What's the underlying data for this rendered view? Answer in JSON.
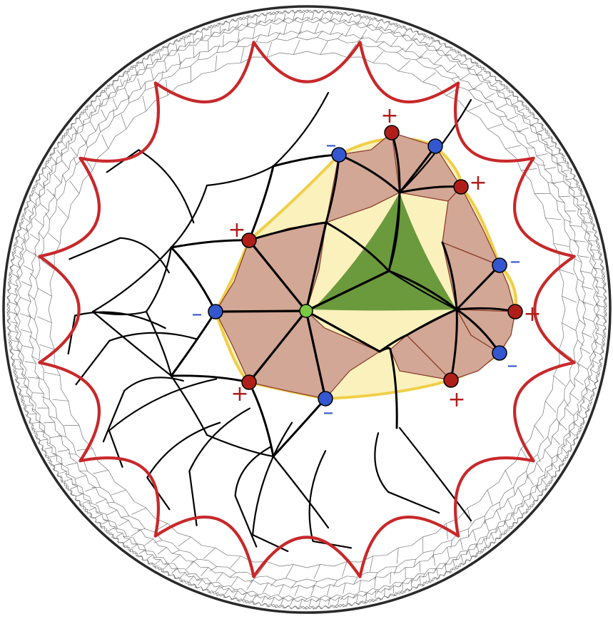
{
  "diagram": {
    "colors": {
      "disk_boundary": "#2a2a2a",
      "fine_tiling": "#777777",
      "tiling_edges": "#000000",
      "red_boundary": "#c8282a",
      "yellow_region": "#fbf1bd",
      "yellow_outline": "#f0cf48",
      "brown_cells": "#d3a795",
      "brown_outline": "#8e3f2e",
      "green_triangle": "#6a9a3c",
      "center_vertex": "#7ac943",
      "plus_vertex": "#b01e1a",
      "minus_vertex": "#3457cf",
      "plus_label": "#b01e1a",
      "minus_label": "#3457cf"
    },
    "signs": {
      "plus": "+",
      "minus": "–"
    },
    "labeled_vertices": [
      {
        "name": "vertex-top-plus",
        "sign": "plus"
      },
      {
        "name": "vertex-top-right",
        "sign": "none"
      },
      {
        "name": "vertex-upper-right-plus",
        "sign": "plus"
      },
      {
        "name": "vertex-right-upper-minus",
        "sign": "minus"
      },
      {
        "name": "vertex-right-plus",
        "sign": "plus"
      },
      {
        "name": "vertex-right-lower-minus",
        "sign": "minus"
      },
      {
        "name": "vertex-lower-right-plus",
        "sign": "plus"
      },
      {
        "name": "vertex-bottom-minus",
        "sign": "minus"
      },
      {
        "name": "vertex-lower-left-plus",
        "sign": "plus"
      },
      {
        "name": "vertex-left-minus",
        "sign": "minus"
      },
      {
        "name": "vertex-upper-left-plus",
        "sign": "plus"
      },
      {
        "name": "vertex-top-left-minus",
        "sign": "minus"
      }
    ]
  }
}
